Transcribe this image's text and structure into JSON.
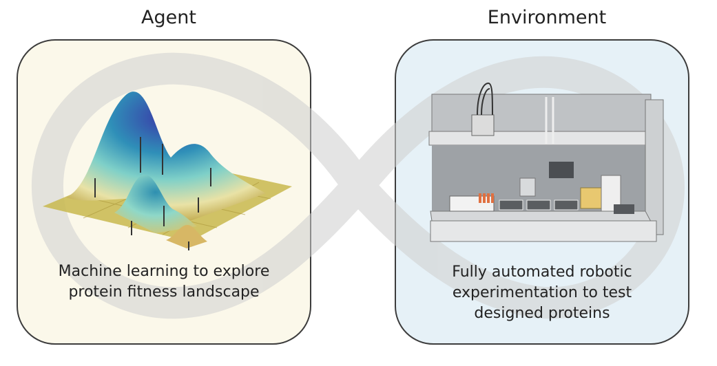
{
  "agent": {
    "title": "Agent",
    "caption_lines": [
      "Machine learning to explore",
      "protein fitness landscape"
    ]
  },
  "environment": {
    "title": "Environment",
    "caption_lines": [
      "Fully automated robotic",
      "experimentation to test",
      "designed proteins"
    ]
  },
  "colors": {
    "loop_arrow": "#d2d2d2",
    "agent_bg": "#fbf8ea",
    "environment_bg": "#e6f1f7",
    "border": "#3c3c3c"
  },
  "icons": [
    "fitness-landscape-plot",
    "lab-robot-illustration",
    "infinity-loop-arrows"
  ]
}
